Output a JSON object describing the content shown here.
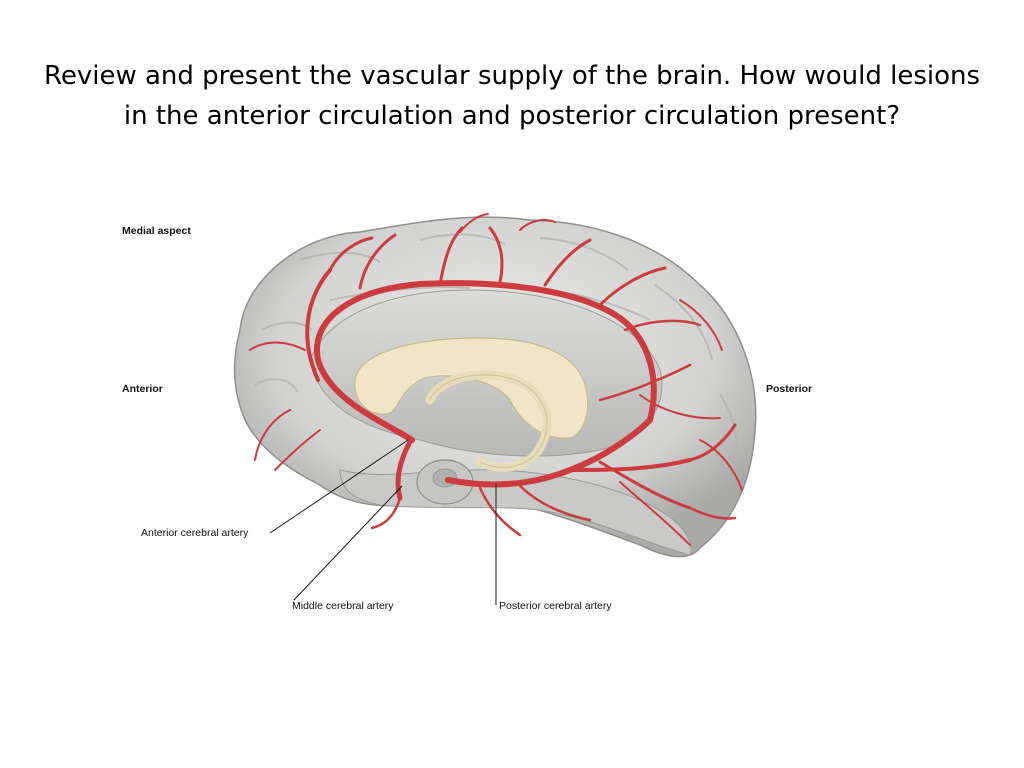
{
  "title": {
    "line1": "Review and present the vascular supply of the brain. How would lesions",
    "line2": "in the anterior circulation and posterior circulation present?"
  },
  "figure": {
    "view_label": "Medial aspect",
    "orientation": {
      "anterior": "Anterior",
      "posterior": "Posterior"
    },
    "arteries": {
      "anterior_cerebral": "Anterior cerebral artery",
      "middle_cerebral": "Middle cerebral artery",
      "posterior_cerebral": "Posterior cerebral artery"
    },
    "colors": {
      "cortex": "#d4d4d2",
      "artery": "#cc3b3f",
      "corpus_callosum": "#f0e6c7"
    }
  }
}
